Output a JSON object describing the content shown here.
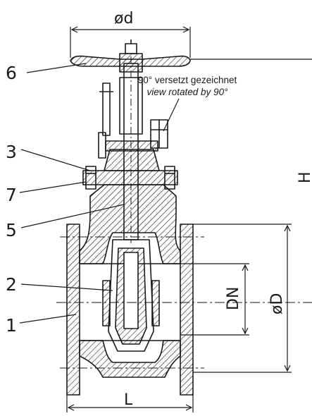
{
  "labels": {
    "part_1": "1",
    "part_2": "2",
    "part_3": "3",
    "part_5": "5",
    "part_6": "6",
    "part_7": "7"
  },
  "dimensions": {
    "handwheel_diameter": "ød",
    "nominal_diameter": "DN",
    "flange_diameter": "øD",
    "length": "L",
    "height": "H"
  },
  "notes": {
    "rotated_de": "90° versetzt gezeichnet",
    "rotated_en": "view rotated by 90°"
  },
  "colors": {
    "line": "#1a1a1a",
    "background": "#ffffff"
  }
}
